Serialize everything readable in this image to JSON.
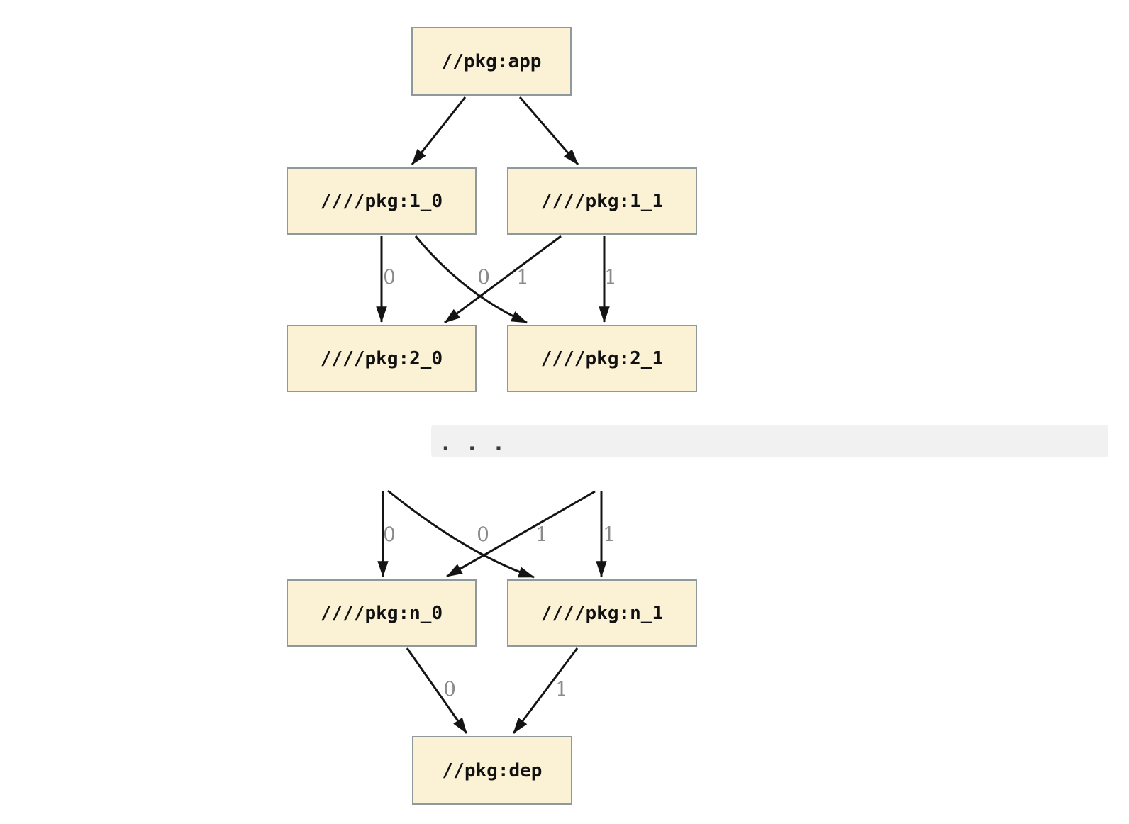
{
  "diagram": {
    "nodes": {
      "app": {
        "label": "//pkg:app"
      },
      "l1_0": {
        "label": "////pkg:1_0"
      },
      "l1_1": {
        "label": "////pkg:1_1"
      },
      "l2_0": {
        "label": "////pkg:2_0"
      },
      "l2_1": {
        "label": "////pkg:2_1"
      },
      "ln_0": {
        "label": "////pkg:n_0"
      },
      "ln_1": {
        "label": "////pkg:n_1"
      },
      "dep": {
        "label": "//pkg:dep"
      }
    },
    "edge_labels": {
      "l1_0_to_2_0": "0",
      "l1_1_to_2_0": "0",
      "l1_0_to_2_1": "1",
      "l1_1_to_2_1": "1",
      "to_n_0_left": "0",
      "to_n_0_cross": "0",
      "to_n_1_cross": "1",
      "to_n_1_right": "1",
      "n_0_to_dep": "0",
      "n_1_to_dep": "1"
    },
    "ellipsis": ". . .",
    "colors": {
      "node_fill": "#FBF2D6",
      "node_border": "#8F999C",
      "edge": "#141414",
      "edge_label": "#8A8A8A",
      "band_bg": "#F1F1F1",
      "node_text": "#111111"
    }
  }
}
